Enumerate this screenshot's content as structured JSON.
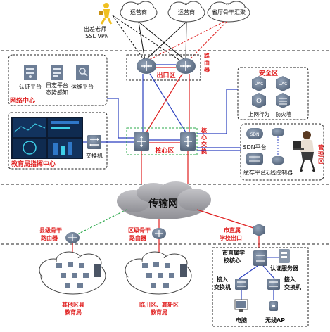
{
  "top": {
    "traveler_label_1": "出差老师",
    "traveler_label_2": "SSL VPN",
    "cloud_carrier_1": "运营商",
    "cloud_carrier_2": "运营商",
    "cloud_backbone": "省厅骨干汇聚"
  },
  "egress": {
    "area_label": "出口区",
    "router_tag": "路由器"
  },
  "network_center": {
    "title": "网络中心",
    "items": [
      "认证平台",
      "日志平台\n态势感知",
      "运维平台"
    ]
  },
  "command_center": {
    "title": "教育局指挥中心",
    "switch_label": "交换机"
  },
  "core": {
    "area_label": "核心区",
    "tag": "核心交换"
  },
  "security": {
    "title": "安全区",
    "items": [
      "UAC",
      "UAC",
      "上网行为",
      "防火墙"
    ]
  },
  "management": {
    "tag": "管理区",
    "sdn_label": "SDN平台",
    "cache_label": "缓存平台",
    "wlc_label": "无线控制器"
  },
  "transport": {
    "label": "传输网"
  },
  "routers": {
    "county": "县级骨干\n路由器",
    "district": "区级骨干\n路由器",
    "city_school": "市直属\n学校出口"
  },
  "bottom": {
    "cloud_left_label": "其他区县\n教育局",
    "cloud_mid_label": "临川区、高新区\n教育局",
    "school_core": "市直属学\n校核心",
    "auth_server": "认证服务器",
    "access_switch_1": "接入\n交换机",
    "access_switch_2": "接入\n交换机",
    "pc_label": "电脑",
    "ap_label": "无线AP"
  },
  "colors": {
    "red": "#e02020",
    "blue": "#2a3fbf",
    "green": "#2aa84a",
    "device": "#6d7e96",
    "cloud": "#a8a8ad"
  }
}
